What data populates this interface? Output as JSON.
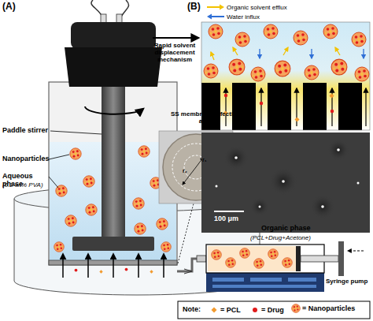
{
  "diagram": {
    "labels": [
      "(A)",
      "(B)",
      "Paddle stirrer",
      "Nanoparticles",
      "Aqueous phase",
      "(0.2 wt% PVA)",
      "SS membrane effective area",
      "r₁",
      "r₂",
      "Rapid solvent displacement mechanism",
      "100 μm",
      "Organic phase",
      "(PCL+Drug+Acetone)",
      "Syringe pump",
      "Note:"
    ],
    "legend": [
      {
        "text": "Organic solvent efflux"
      },
      {
        "text": "Water influx"
      },
      {
        "text": "= PCL"
      },
      {
        "text": "= Drug"
      },
      {
        "text": "= Nanoparticles"
      }
    ]
  }
}
